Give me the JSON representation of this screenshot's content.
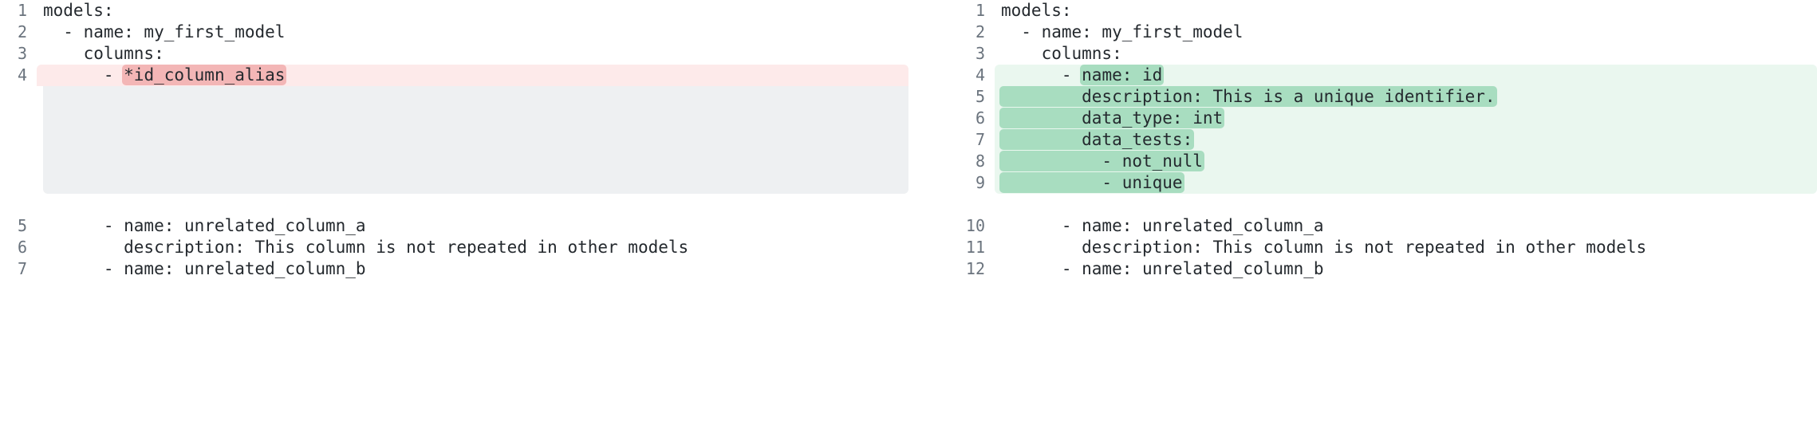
{
  "diff": {
    "colors": {
      "deleted_line_bg": "#fdeaea",
      "deleted_word_bg": "#f3b6b6",
      "added_line_bg": "#eaf7ef",
      "added_word_bg": "#a8ddc0",
      "filler_bg": "#eef0f2",
      "gutter_text": "#6a737d",
      "code_text": "#24292e"
    },
    "left": {
      "lines": [
        {
          "number": "1",
          "type": "context",
          "prefix": "models:",
          "highlight": "",
          "suffix": ""
        },
        {
          "number": "2",
          "type": "context",
          "prefix": "  - name: my_first_model",
          "highlight": "",
          "suffix": ""
        },
        {
          "number": "3",
          "type": "context",
          "prefix": "    columns:",
          "highlight": "",
          "suffix": ""
        },
        {
          "number": "4",
          "type": "deleted",
          "prefix": "      - ",
          "highlight": "*id_column_alias",
          "suffix": ""
        },
        {
          "number": "5",
          "type": "context",
          "prefix": "      - name: unrelated_column_a",
          "highlight": "",
          "suffix": ""
        },
        {
          "number": "6",
          "type": "context",
          "prefix": "        description: This column is not repeated in other models",
          "highlight": "",
          "suffix": ""
        },
        {
          "number": "7",
          "type": "context",
          "prefix": "      - name: unrelated_column_b",
          "highlight": "",
          "suffix": ""
        }
      ]
    },
    "right": {
      "lines": [
        {
          "number": "1",
          "type": "context",
          "prefix": "models:",
          "highlight": "",
          "suffix": ""
        },
        {
          "number": "2",
          "type": "context",
          "prefix": "  - name: my_first_model",
          "highlight": "",
          "suffix": ""
        },
        {
          "number": "3",
          "type": "context",
          "prefix": "    columns:",
          "highlight": "",
          "suffix": ""
        },
        {
          "number": "4",
          "type": "added",
          "prefix": "      - ",
          "highlight": "name: id",
          "suffix": ""
        },
        {
          "number": "5",
          "type": "added",
          "prefix": "",
          "highlight": "        description: This is a unique identifier.",
          "suffix": ""
        },
        {
          "number": "6",
          "type": "added",
          "prefix": "",
          "highlight": "        data_type: int",
          "suffix": ""
        },
        {
          "number": "7",
          "type": "added",
          "prefix": "",
          "highlight": "        data_tests:",
          "suffix": ""
        },
        {
          "number": "8",
          "type": "added",
          "prefix": "",
          "highlight": "          - not_null",
          "suffix": ""
        },
        {
          "number": "9",
          "type": "added",
          "prefix": "",
          "highlight": "          - unique",
          "suffix": ""
        },
        {
          "number": "10",
          "type": "context",
          "prefix": "      - name: unrelated_column_a",
          "highlight": "",
          "suffix": ""
        },
        {
          "number": "11",
          "type": "context",
          "prefix": "        description: This column is not repeated in other models",
          "highlight": "",
          "suffix": ""
        },
        {
          "number": "12",
          "type": "context",
          "prefix": "      - name: unrelated_column_b",
          "highlight": "",
          "suffix": ""
        }
      ]
    }
  }
}
